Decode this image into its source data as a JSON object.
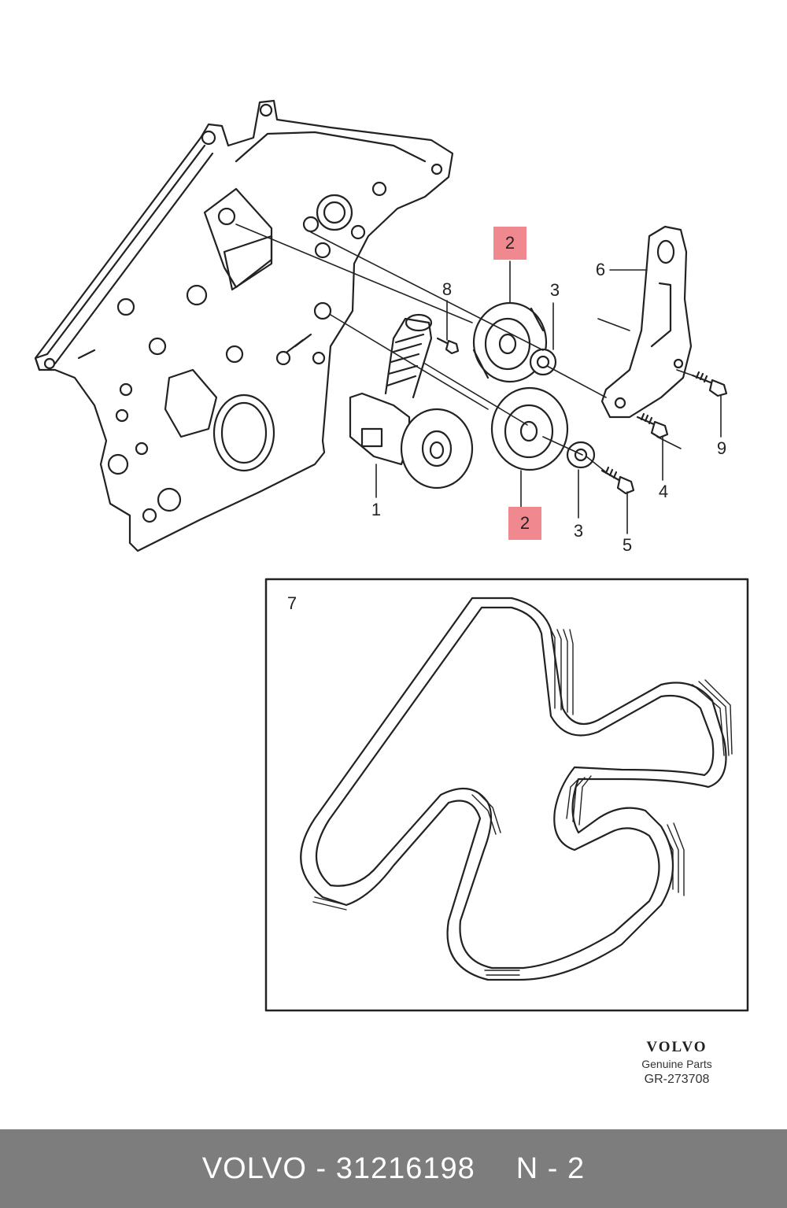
{
  "diagram": {
    "labels": {
      "p1": "1",
      "p2_top": "2",
      "p2_bottom": "2",
      "p3_top": "3",
      "p3_bottom": "3",
      "p4": "4",
      "p5": "5",
      "p6": "6",
      "p7": "7",
      "p8": "8",
      "p9": "9"
    },
    "highlight_color": "#f0898f"
  },
  "brand": {
    "logo_text": "VOLVO",
    "subtitle": "Genuine Parts",
    "reference": "GR-273708"
  },
  "footer": {
    "part_text": "VOLVO - 31216198",
    "quantity_text": "N - 2",
    "background_color": "#7d7d7d"
  }
}
